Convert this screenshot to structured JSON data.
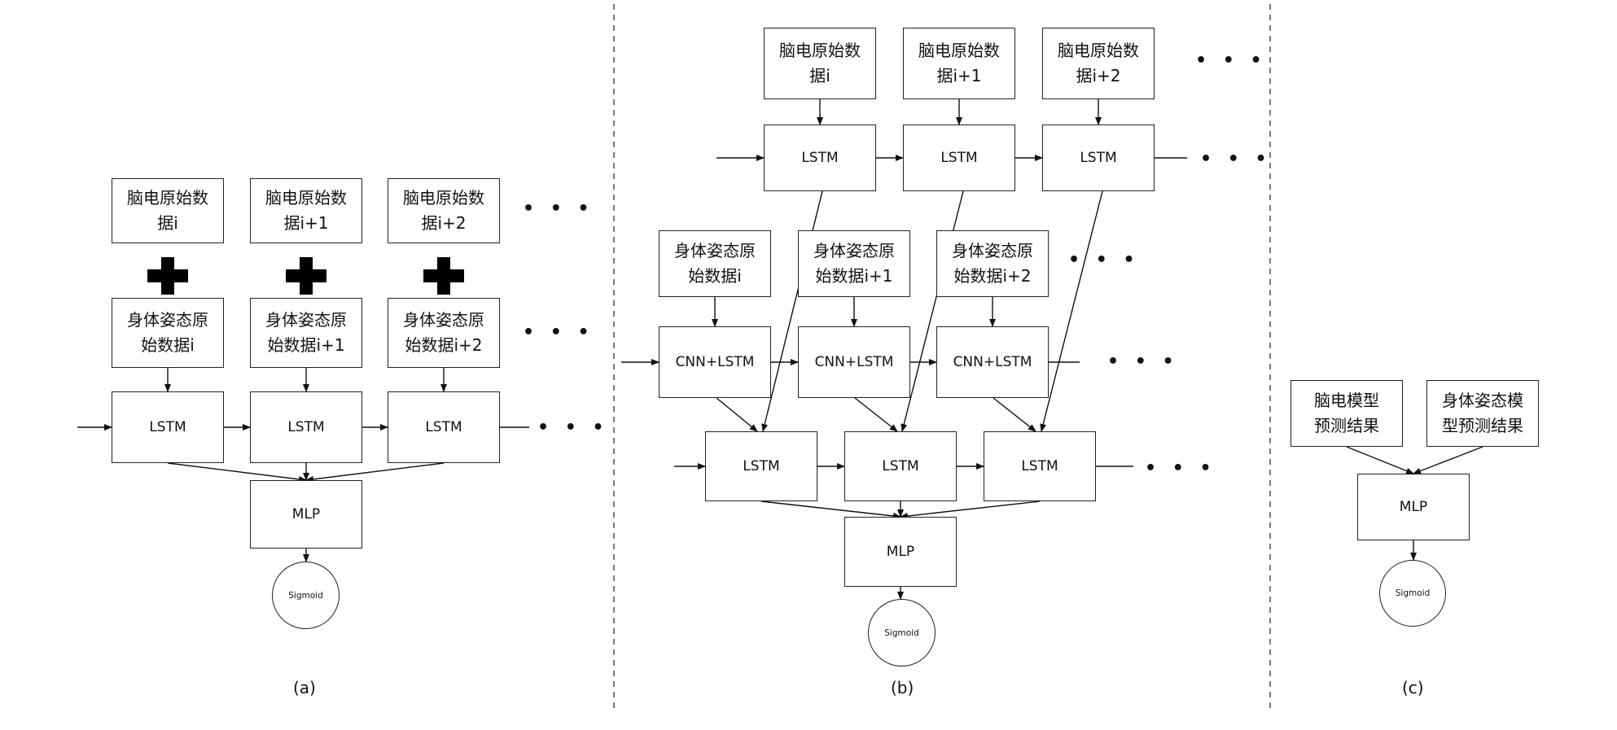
{
  "panel_a": {
    "caption": "(a)",
    "eeg": [
      "脑电原始数据i",
      "脑电原始数据i+1",
      "脑电原始数据i+2"
    ],
    "pose": [
      "身体姿态原始数据i",
      "身体姿态原始数据i+1",
      "身体姿态原始数据i+2"
    ],
    "lstm": "LSTM",
    "mlp": "MLP",
    "sigmoid": "Sigmoid",
    "ellipsis": "• • •"
  },
  "panel_b": {
    "caption": "(b)",
    "eeg": [
      "脑电原始数据i",
      "脑电原始数据i+1",
      "脑电原始数据i+2"
    ],
    "pose": [
      "身体姿态原始数据i",
      "身体姿态原始数据i+1",
      "身体姿态原始数据i+2"
    ],
    "lstm": "LSTM",
    "cnn_lstm": "CNN+LSTM",
    "mlp": "MLP",
    "sigmoid": "Sigmoid",
    "ellipsis": "• • •"
  },
  "panel_c": {
    "caption": "(c)",
    "eeg_result": "脑电模型预测结果",
    "pose_result": "身体姿态模型预测结果",
    "mlp": "MLP",
    "sigmoid": "Sigmoid"
  }
}
